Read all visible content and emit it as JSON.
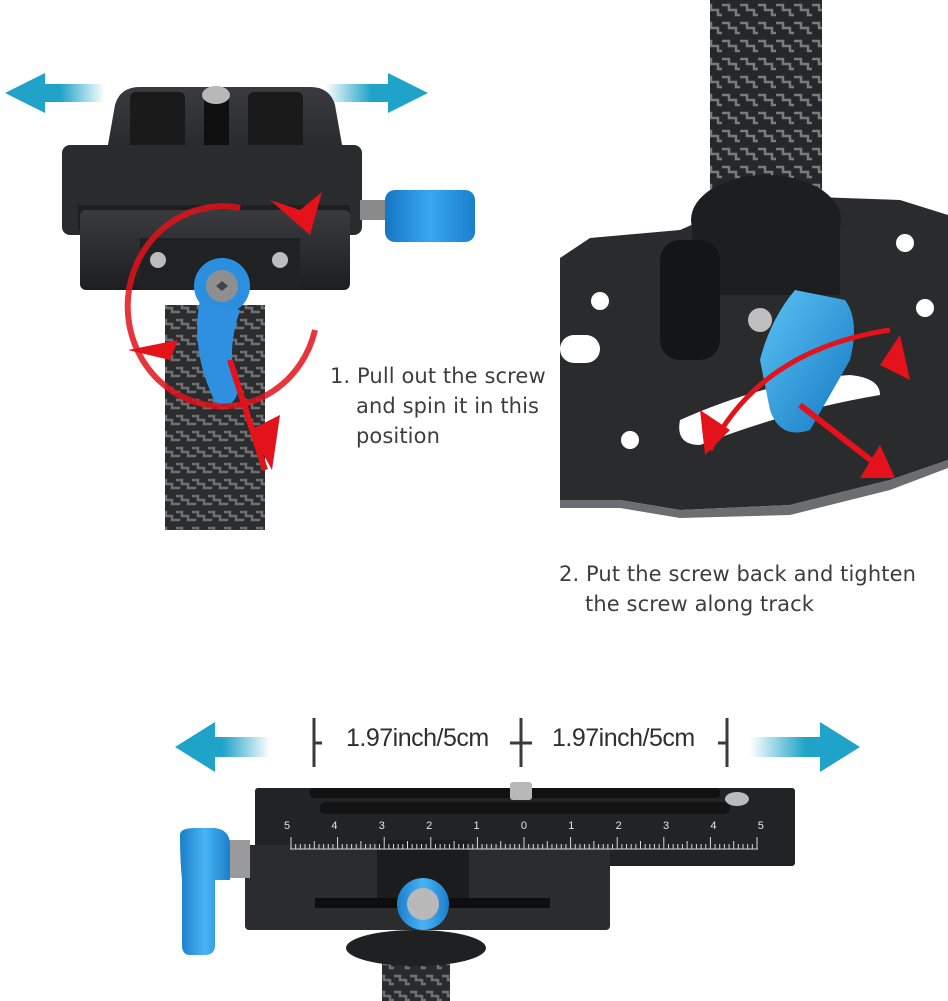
{
  "step1": {
    "lines": [
      "1. Pull out the screw",
      "and spin it in this",
      "position"
    ]
  },
  "step2": {
    "lines": [
      "2. Put the screw back and tighten",
      "the screw along track"
    ]
  },
  "measurement": {
    "left_label": "1.97inch/5cm",
    "right_label": "1.97inch/5cm"
  },
  "ruler": {
    "ticks": [
      "5",
      "4",
      "3",
      "2",
      "1",
      "0",
      "1",
      "2",
      "3",
      "4",
      "5"
    ]
  },
  "colors": {
    "arrow_blue": "#1fa3c8",
    "knob_blue": "#2a9fe0",
    "rotation_red": "#e3121b",
    "metal_black": "#262729",
    "text_gray": "#3d3d3d"
  }
}
